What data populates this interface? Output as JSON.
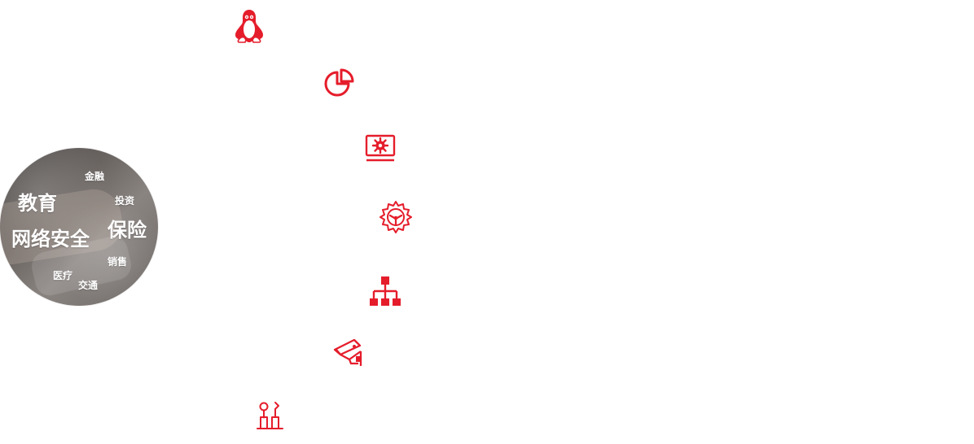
{
  "circle": {
    "words": {
      "jinrong": "金融",
      "jiaoyu": "教育",
      "touzi": "投资",
      "wangluo_anquan": "网络安全",
      "baoxian": "保险",
      "xiaoshou": "销售",
      "yiliao": "医疗",
      "jiaotong": "交通"
    }
  },
  "icons": {
    "linux": "linux-penguin",
    "pie_chart": "pie-chart",
    "monitor_gear": "monitor-settings",
    "gear_shield": "gear-shield",
    "network": "network-hierarchy",
    "camera": "security-camera",
    "lab": "laboratory-tools",
    "accent_color": "#e51d2b"
  }
}
